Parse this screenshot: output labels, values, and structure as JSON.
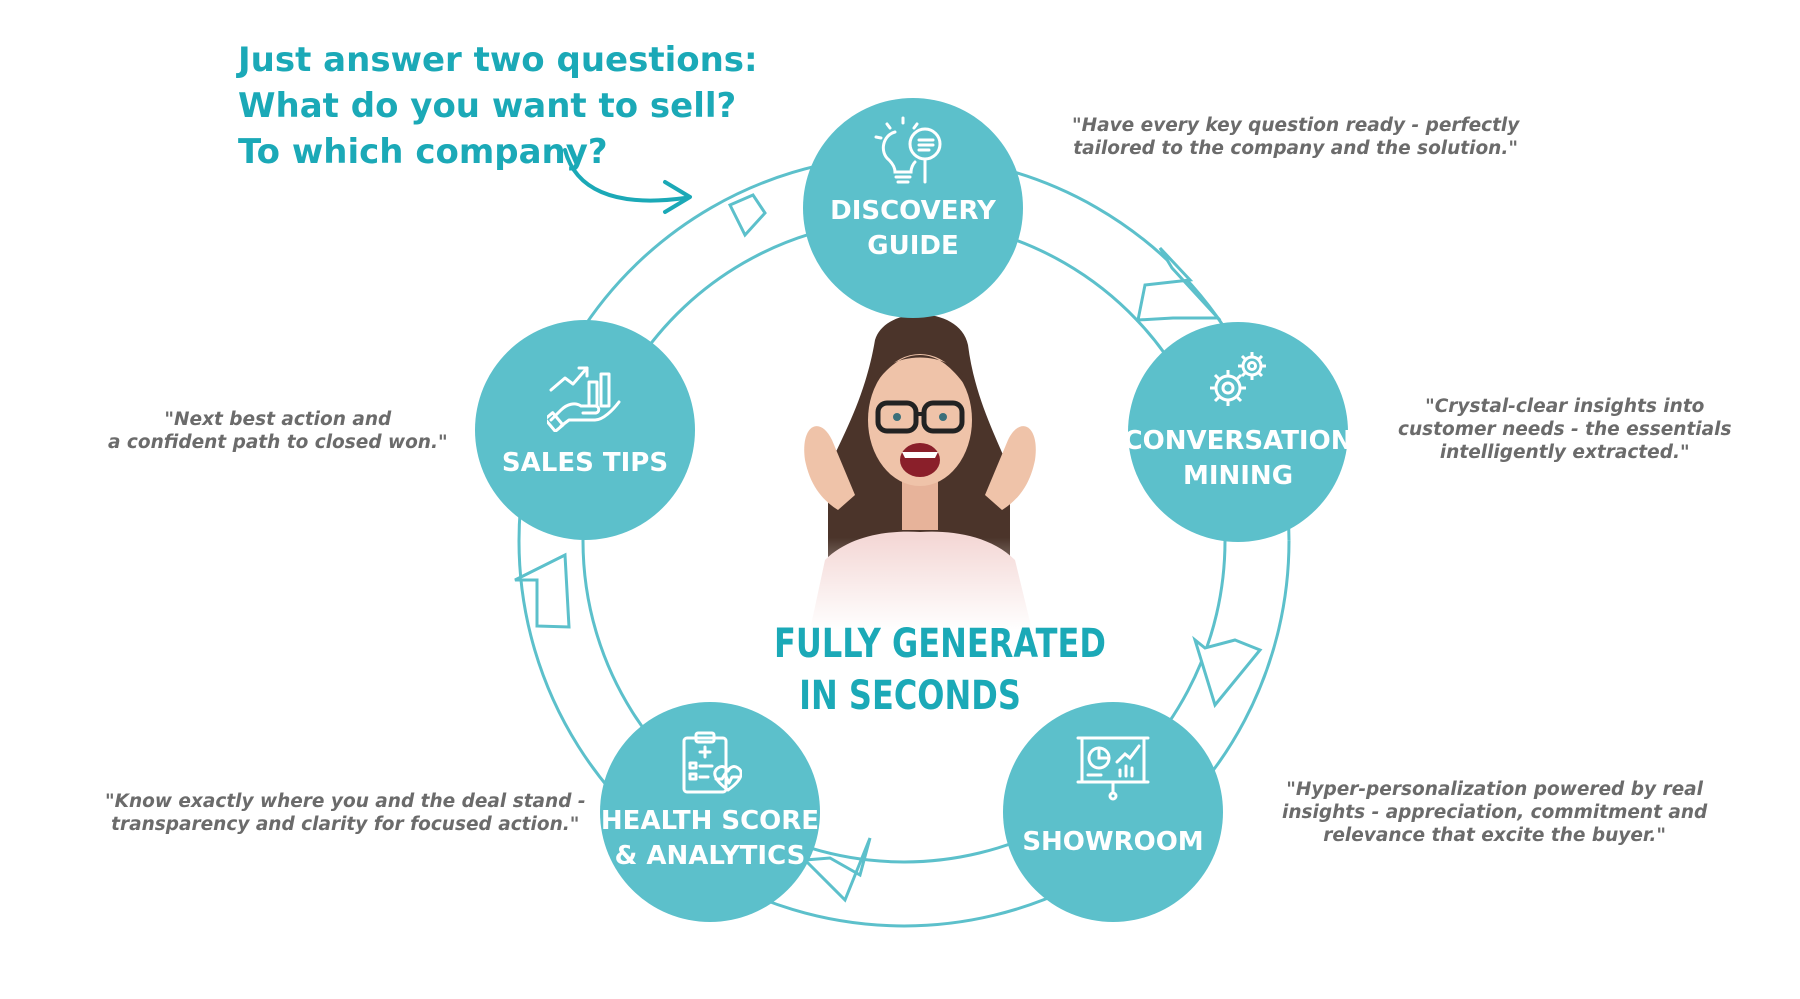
{
  "intro": {
    "lines": [
      "Just answer two questions:",
      "What do you want to sell?",
      "To which company?"
    ]
  },
  "center": {
    "lines": [
      "FULLY GENERATED",
      "IN SECONDS"
    ]
  },
  "steps": [
    {
      "lines": [
        "DISCOVERY",
        "GUIDE"
      ],
      "icon": "lightbulb-magnifier-icon",
      "quote": [
        "\"Have every key question ready - perfectly",
        "tailored to the company and the solution.\""
      ]
    },
    {
      "lines": [
        "CONVERSATION",
        "MINING"
      ],
      "icon": "gears-icon",
      "quote": [
        "\"Crystal-clear insights into",
        "customer needs - the essentials",
        "intelligently extracted.\""
      ]
    },
    {
      "lines": [
        "SHOWROOM"
      ],
      "icon": "presentation-board-icon",
      "quote": [
        "\"Hyper-personalization powered by real",
        "insights - appreciation, commitment and",
        "relevance that excite the buyer.\""
      ]
    },
    {
      "lines": [
        "HEALTH SCORE",
        "& ANALYTICS"
      ],
      "icon": "clipboard-heart-icon",
      "quote": [
        "\"Know exactly where you and the deal stand -",
        "transparency and clarity for focused action.\""
      ]
    },
    {
      "lines": [
        "SALES TIPS"
      ],
      "icon": "hand-growth-chart-icon",
      "quote": [
        "\"Next best action and",
        "a confident path to closed won.\""
      ]
    }
  ],
  "colors": {
    "accent": "#1ba9b7",
    "node_fill": "#5cc0cb",
    "quote_text": "#6b6b6b",
    "ring": "#5cc0cb"
  }
}
